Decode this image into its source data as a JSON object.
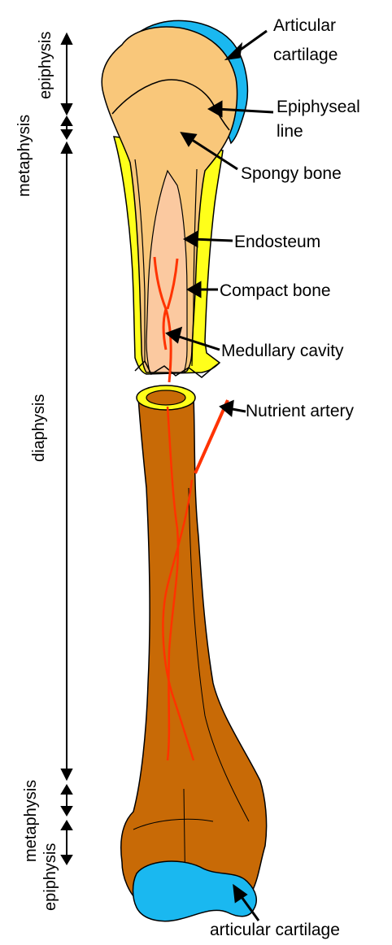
{
  "labels": {
    "articular_cartilage_top_1": "Articular",
    "articular_cartilage_top_2": "cartilage",
    "epiphyseal_line_1": "Epiphyseal",
    "epiphyseal_line_2": "line",
    "spongy_bone": "Spongy bone",
    "endosteum": "Endosteum",
    "compact_bone": "Compact bone",
    "medullary_cavity": "Medullary cavity",
    "nutrient_artery": "Nutrient artery",
    "articular_cartilage_bottom": "articular cartilage"
  },
  "regions": {
    "epiphysis_top": "epiphysis",
    "metaphysis_top": "metaphysis",
    "diaphysis": "diaphysis",
    "metaphysis_bottom": "metaphysis",
    "epiphysis_bottom": "epiphysis"
  },
  "colors": {
    "cartilage": "#1ab8f0",
    "spongy": "#f9c77a",
    "compact": "#ffff1a",
    "medullary": "#fbc9a0",
    "shaft": "#c86a06",
    "artery": "#ff3300",
    "outline": "#000000"
  }
}
